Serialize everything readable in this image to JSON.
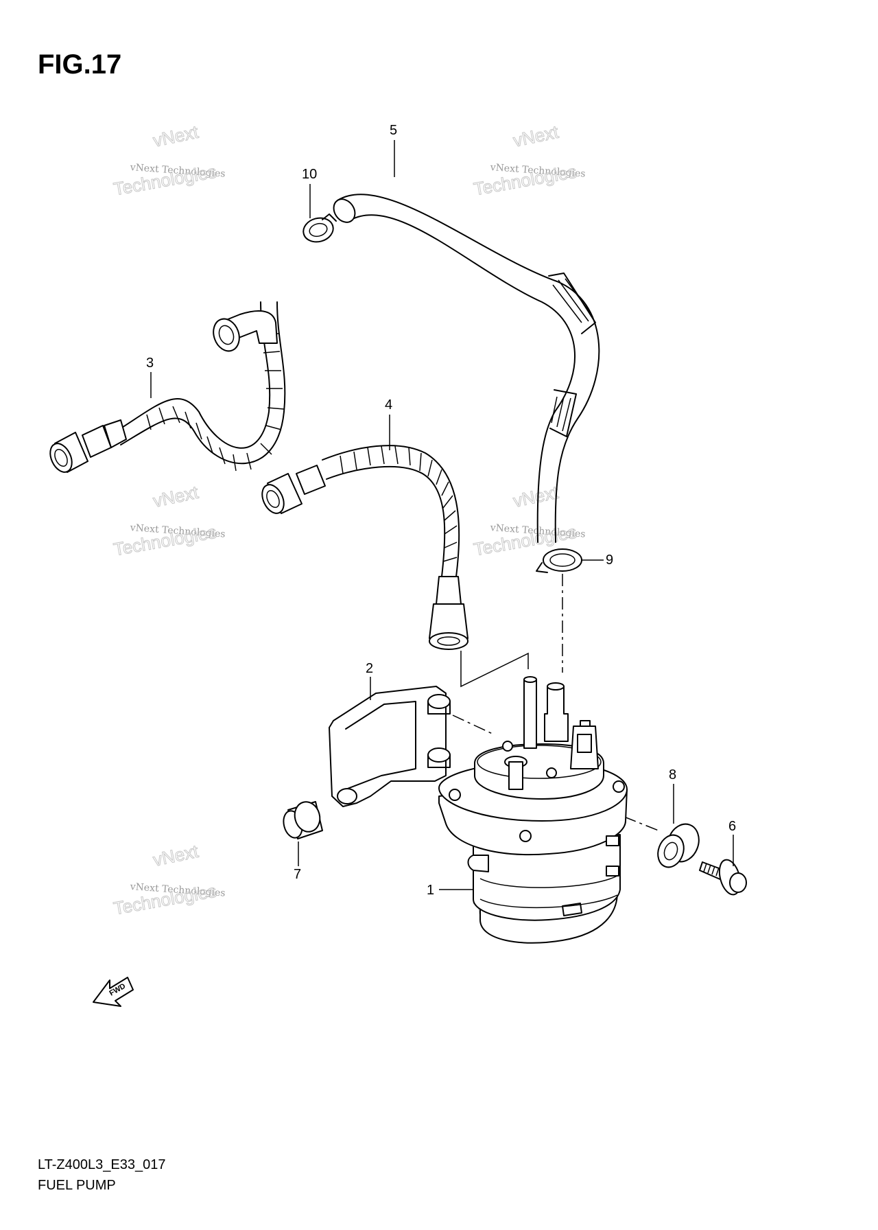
{
  "figure": {
    "title": "FIG.17"
  },
  "footer": {
    "code": "LT-Z400L3_E33_017",
    "name": "FUEL PUMP"
  },
  "callouts": [
    "1",
    "2",
    "3",
    "4",
    "5",
    "6",
    "7",
    "8",
    "9",
    "10"
  ],
  "watermark": {
    "line1": "vNext",
    "line2": "vNext Technologies",
    "line3": "Technologies"
  },
  "fwd_label": "FWD"
}
